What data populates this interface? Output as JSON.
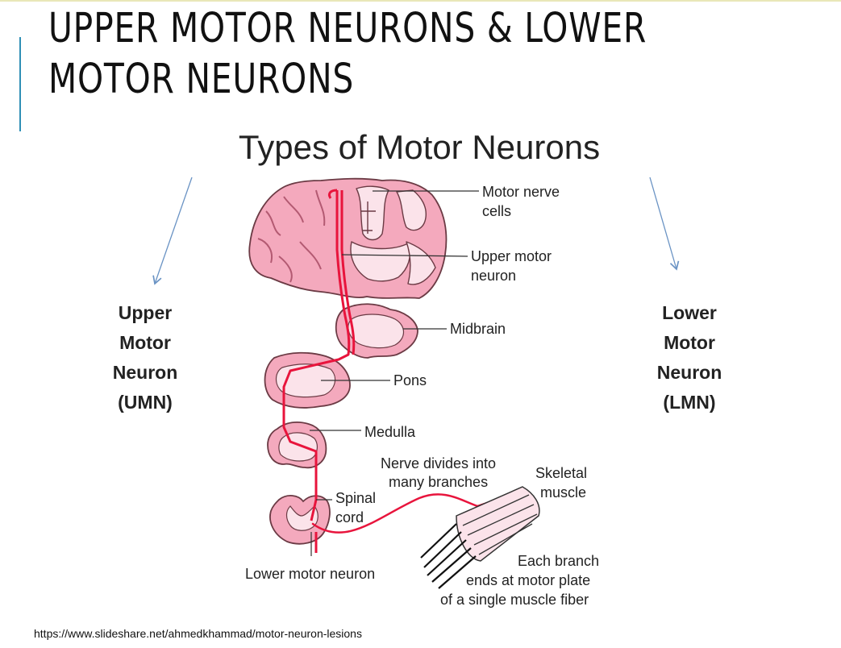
{
  "slide": {
    "title": "UPPER MOTOR NEURONS & LOWER MOTOR NEURONS",
    "source_url": "https://www.slideshare.net/ahmedkhammad/motor-neuron-lesions"
  },
  "figure": {
    "heading": "Types of Motor Neurons",
    "left_type": {
      "lines": [
        "Upper",
        "Motor",
        "Neuron",
        "(UMN)"
      ]
    },
    "right_type": {
      "lines": [
        "Lower",
        "Motor",
        "Neuron",
        "(LMN)"
      ]
    },
    "labels": {
      "motor_nerve_cells": [
        "Motor nerve",
        "cells"
      ],
      "upper_motor_neuron": [
        "Upper motor",
        "neuron"
      ],
      "midbrain": "Midbrain",
      "pons": "Pons",
      "medulla": "Medulla",
      "nerve_divides": [
        "Nerve divides into",
        "many branches"
      ],
      "skeletal_muscle": [
        "Skeletal",
        "muscle"
      ],
      "spinal_cord": [
        "Spinal",
        "cord"
      ],
      "lower_motor_neuron": "Lower motor neuron",
      "each_branch": [
        "Each branch",
        "ends at motor plate",
        "of a single muscle fiber"
      ]
    },
    "colors": {
      "tissue_fill": "#f6b9c8",
      "tissue_outline": "#6b3a44",
      "neuron_pathway": "#e8143c",
      "arrow": "#6a93c4"
    }
  }
}
